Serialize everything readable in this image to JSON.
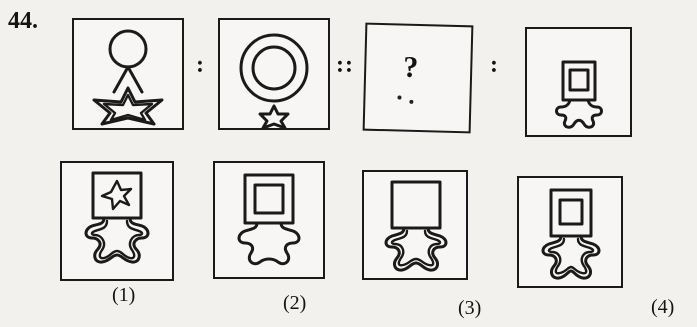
{
  "question": {
    "number": "44.",
    "separator_ratio": ":",
    "separator_analogy": "::",
    "unknown_mark": "?"
  },
  "options": [
    {
      "label": "(1)"
    },
    {
      "label": "(2)"
    },
    {
      "label": "(3)"
    },
    {
      "label": "(4)"
    }
  ]
}
